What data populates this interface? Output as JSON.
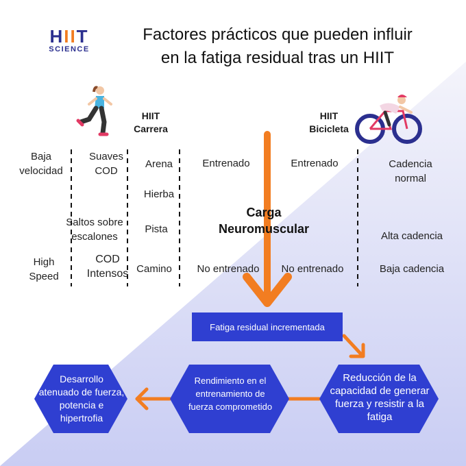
{
  "logo": {
    "mark_h": "H",
    "mark_ii": "II",
    "mark_t": "T",
    "sub": "SCIENCE"
  },
  "title": {
    "line1": "Factores prácticos que pueden influir",
    "line2": "en la fatiga residual  tras un HIIT"
  },
  "headers": {
    "carrera": {
      "line1": "HIIT",
      "line2": "Carrera"
    },
    "bicicleta": {
      "line1": "HIIT",
      "line2": "Bicicleta"
    }
  },
  "carrera": {
    "col1": [
      "Baja velocidad",
      "High Speed"
    ],
    "col2": [
      "Suaves COD",
      "Saltos sobre escalones",
      "COD Intensos"
    ],
    "col3": [
      "Arena",
      "Hierba",
      "Pista",
      "Camino"
    ],
    "col4": [
      "Entrenado",
      "No entrenado"
    ]
  },
  "bicicleta": {
    "col1": [
      "Entrenado",
      "No entrenado"
    ],
    "col2": [
      "Cadencia normal",
      "Alta cadencia",
      "Baja cadencia"
    ]
  },
  "carga": {
    "line1": "Carga",
    "line2": "Neuromuscular"
  },
  "flow": {
    "fatiga": "Fatiga residual incrementada",
    "reduccion": "Reducción de la capacidad de generar fuerza y resistir a la fatiga",
    "rendimiento": "Rendimiento en el entrenamiento de fuerza comprometido",
    "desarrollo": "Desarrollo atenuado de fuerza, potencia e hipertrofia"
  },
  "colors": {
    "accent_orange": "#f27d21",
    "hex_blue": "#2f3fd1",
    "brand_navy": "#2b2f8f"
  },
  "icons": {
    "runner": "runner-icon",
    "cyclist": "cyclist-icon"
  }
}
